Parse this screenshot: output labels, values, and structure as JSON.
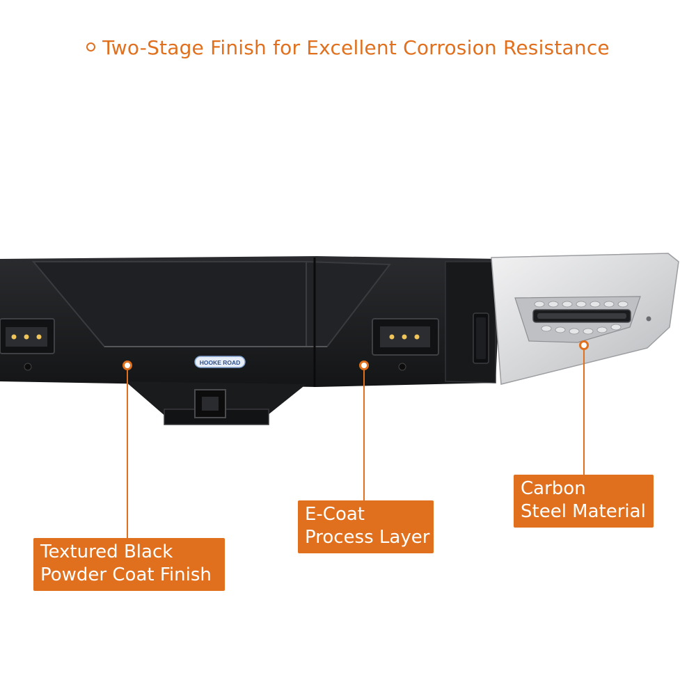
{
  "title": "Two-Stage Finish for Excellent Corrosion Resistance",
  "brand_badge": "HOOKE ROAD",
  "callouts": {
    "powder": {
      "line1": "Textured Black",
      "line2": "Powder Coat Finish"
    },
    "ecoat": {
      "line1": "E-Coat",
      "line2": "Process Layer"
    },
    "steel": {
      "line1": "Carbon",
      "line2": "Steel Material"
    }
  },
  "colors": {
    "accent": "#e0701e",
    "bumper_black": "#1b1c1e",
    "steel_silver": "#d9dadc"
  }
}
